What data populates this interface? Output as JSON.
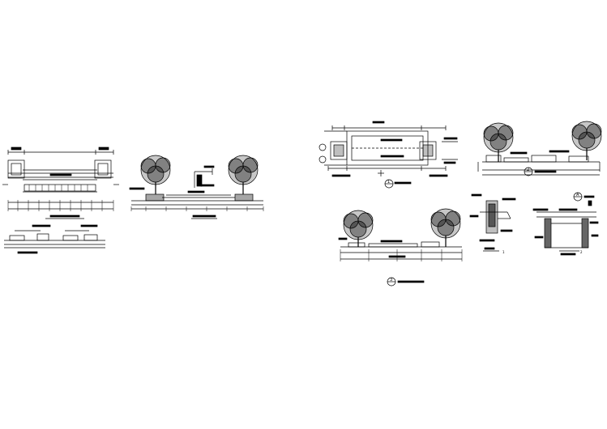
{
  "drawing": {
    "background": "#ffffff",
    "line_color": "#000000",
    "detail_callouts": [
      "1",
      "2",
      "3",
      "A"
    ],
    "section_labels": [
      "1",
      "2"
    ],
    "tree_icon": "deciduous-tree-icon"
  }
}
